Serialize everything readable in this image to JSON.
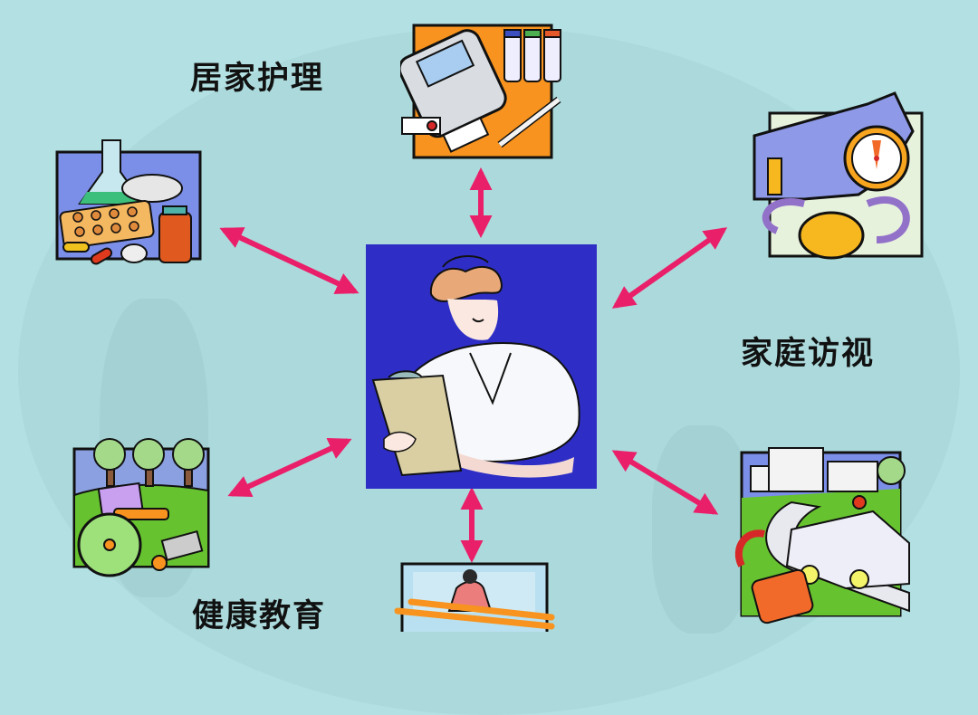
{
  "diagram": {
    "type": "hub-and-spoke",
    "background_color": "#b3e0e2",
    "arrow_color": "#ea1f6a",
    "center": {
      "name": "nurse-with-clipboard",
      "background": "#2e2ec6"
    },
    "labels": {
      "home_care": "居家护理",
      "home_visit": "家庭访视",
      "health_education": "健康教育"
    },
    "nodes": [
      {
        "id": "blood-glucose-meter",
        "position": "top"
      },
      {
        "id": "medicines",
        "position": "top-left"
      },
      {
        "id": "blood-pressure-monitor",
        "position": "top-right"
      },
      {
        "id": "wheelchair-park",
        "position": "bottom-left"
      },
      {
        "id": "ambulance-phone",
        "position": "bottom-right"
      },
      {
        "id": "rehab-parallel-bars",
        "position": "bottom"
      }
    ],
    "arrows": [
      {
        "from": "center",
        "to": "top",
        "bidirectional": true
      },
      {
        "from": "center",
        "to": "top-left",
        "bidirectional": true
      },
      {
        "from": "center",
        "to": "top-right",
        "bidirectional": true
      },
      {
        "from": "center",
        "to": "bottom-left",
        "bidirectional": true
      },
      {
        "from": "center",
        "to": "bottom-right",
        "bidirectional": true
      },
      {
        "from": "center",
        "to": "bottom",
        "bidirectional": true
      }
    ]
  }
}
